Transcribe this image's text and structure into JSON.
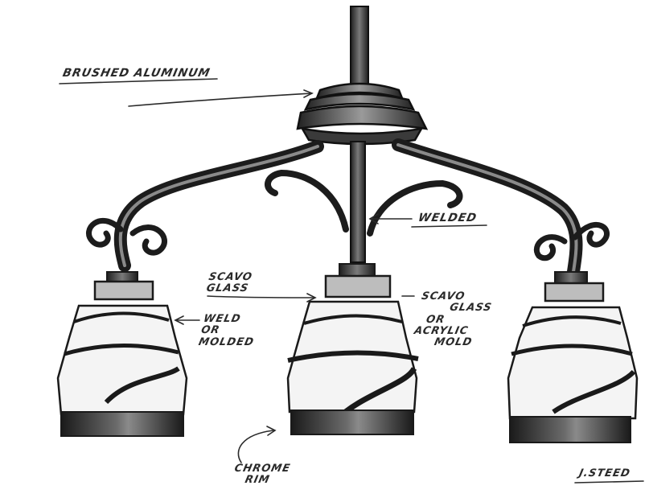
{
  "annotations": {
    "brushed_aluminum": "BRUSHED ALUMINUM",
    "welded": "WELDED",
    "scavo_glass_center_line1": "SCAVO",
    "scavo_glass_center_line2": "GLASS",
    "weld_or_molded_line1": "WELD",
    "weld_or_molded_line2": "OR",
    "weld_or_molded_line3": "MOLDED",
    "scavo_glass_acrylic_line1": "SCAVO",
    "scavo_glass_acrylic_line2": "GLASS",
    "scavo_glass_acrylic_line3": "OR",
    "scavo_glass_acrylic_line4": "ACRYLIC",
    "scavo_glass_acrylic_line5": "MOLD",
    "chrome_rim_line1": "CHROME",
    "chrome_rim_line2": "RIM",
    "signature": "J.STEED"
  },
  "colors": {
    "ink": "#222222",
    "shade_fill": "#f4f4f4",
    "rim": "#2b2b2b",
    "metal": "#555555"
  }
}
